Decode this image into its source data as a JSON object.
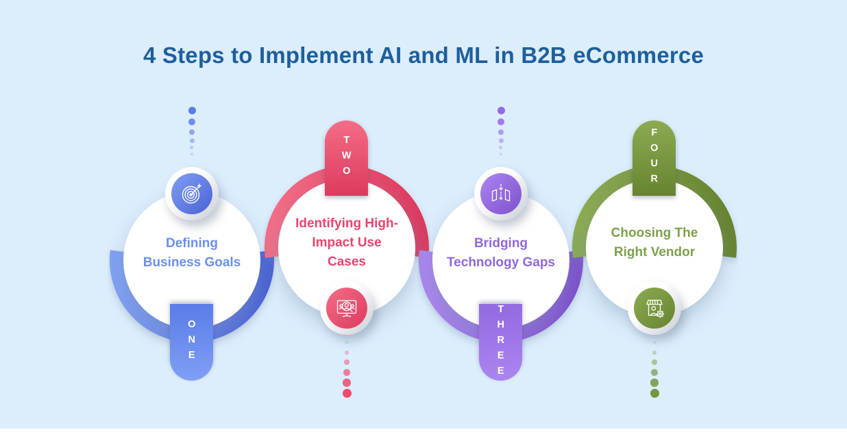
{
  "title": "4 Steps to Implement AI and ML in B2B eCommerce",
  "palette": {
    "background": "#DCEDFC",
    "title_color": "#1E5F9C",
    "circle_color": "#FFFFFF",
    "footer_strip": "#FFFFFF"
  },
  "steps": [
    {
      "number_word": "ONE",
      "title_lines": [
        "Defining",
        "Business Goals"
      ],
      "icon": "target-goal-icon",
      "colors": {
        "main": "#5B7BE9",
        "light": "#7FA0F4",
        "dark": "#4A61D6",
        "text": "#6B8FEE"
      }
    },
    {
      "number_word": "TWO",
      "title_lines": [
        "Identifying High-",
        "Impact Use",
        "Cases"
      ],
      "icon": "audience-analysis-icon",
      "colors": {
        "main": "#EF4A6B",
        "light": "#F56D86",
        "dark": "#DC3A5F",
        "text": "#E9446C"
      }
    },
    {
      "number_word": "THREE",
      "title_lines": [
        "Bridging",
        "Technology Gaps"
      ],
      "icon": "technology-gap-icon",
      "colors": {
        "main": "#9469E2",
        "light": "#AC85F0",
        "dark": "#7E50CE",
        "text": "#8F68DC"
      }
    },
    {
      "number_word": "FOUR",
      "title_lines": [
        "Choosing The",
        "Right Vendor"
      ],
      "icon": "vendor-store-icon",
      "colors": {
        "main": "#77953F",
        "light": "#8CAB52",
        "dark": "#66842F",
        "text": "#7DA04B"
      }
    }
  ]
}
